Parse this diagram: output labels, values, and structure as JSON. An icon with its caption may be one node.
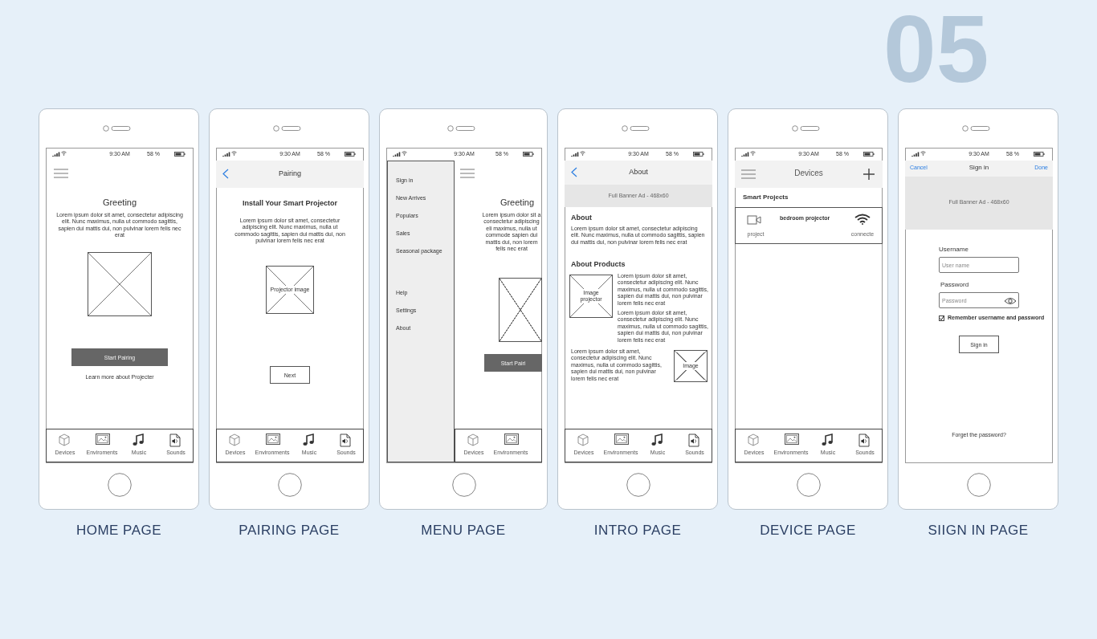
{
  "diagram": {
    "nodes": [
      {
        "text": [
          "9:30 AM",
          "58 %",
          "Greeting",
          "Lorem ipsum dolor sit amet, consectetur adipiscing elit. Nunc maximus, nulla ut commodo sagittis, sapien dui mattis dui, non pulvinar lorem felis nec erat",
          "Learn more about Projecter"
        ],
        "beside": [
          "HOME PAGE"
        ]
      },
      {
        "text": [],
        "shape": "box",
        "in": 0
      },
      {
        "text": [
          "Start Pairing"
        ],
        "in": 0
      },
      {
        "text": [
          "Devices",
          "Enviroments",
          "Music",
          "Sounds"
        ],
        "in": 0
      },
      {
        "text": [
          "9:30 AM",
          "58 %",
          "Install Your Smart Projector",
          "Lorem ipsum dolor sit amet, consectetur adipiscing elit. Nunc maximus, nulla ut commodo sagittis, sapien dui mattis dui, non pulvinar lorem felis nec erat"
        ],
        "beside": [
          "PAIRING PAGE"
        ]
      },
      {
        "text": [
          "Pairing"
        ],
        "in": 4
      },
      {
        "text": [
          "Projector image"
        ],
        "in": 4
      },
      {
        "text": [
          "Next"
        ],
        "in": 4
      },
      {
        "text": [
          "Devices",
          "Environments",
          "Music",
          "Sounds"
        ],
        "in": 4
      },
      {
        "text": [
          "9:30 AM",
          "58 %",
          "Greeting",
          "Lorem ipsum dolor sit a consectetur adipiscing eli maximus, nulla ut commode sapien dui mattis dui, non lorem felis nec erat"
        ],
        "beside": [
          "MENU PAGE"
        ]
      },
      {
        "text": [
          "Sign in",
          "New Arrives",
          "Populars",
          "Sales",
          "Seasonal package",
          "Help",
          "Settings",
          "About"
        ],
        "in": 9
      },
      {
        "text": [],
        "shape": "box",
        "in": 9
      },
      {
        "text": [
          "Start Pairi"
        ],
        "in": 9
      },
      {
        "text": [
          "Devices",
          "Environments"
        ],
        "in": 9
      },
      {
        "text": [
          "9:30 AM",
          "58 %",
          "About",
          "Lorem ipsum dolor sit amet, consectetur adipiscing elit. Nunc maximus, nulla ut commodo sagittis, sapien dui mattis dui, non pulvinar lorem felis nec erat",
          "About Products",
          "Lorem ipsum dolor sit amet, consectetur adipiscing elit. Nunc maximus, nulla ut commodo sagittis, sapien dui mattis dui, non pulvinar lorem felis nec erat",
          "Lorem ipsum dolor sit amet, consectetur adipiscing elit. Nunc maximus, nulla ut commodo sagittis, sapien dui mattis dui, non pulvinar lorem felis nec erat",
          "Lorem ipsum dolor sit amet, consectetur adipiscing elit. Nunc maximus, nulla ut commodo sagittis, sapien dui mattis dui, non pulvinar lorem felis nec erat"
        ],
        "beside": [
          "INTRO PAGE"
        ]
      },
      {
        "text": [
          "About"
        ],
        "in": 14
      },
      {
        "text": [
          "Full Banner Ad - 468x60"
        ],
        "in": 14
      },
      {
        "text": [
          "Image projector"
        ],
        "in": 14
      },
      {
        "text": [
          "Image"
        ],
        "in": 14
      },
      {
        "text": [
          "Devices",
          "Environments",
          "Music",
          "Sounds"
        ],
        "in": 14
      },
      {
        "text": [
          "9:30 AM",
          "58 %",
          "Smart Projects"
        ],
        "beside": [
          "DEVICE PAGE"
        ]
      },
      {
        "text": [
          "Devices"
        ],
        "in": 20
      },
      {
        "text": [
          "bedroom projector",
          "project",
          "connecte"
        ],
        "in": 20
      },
      {
        "text": [
          "Devices",
          "Environments",
          "Music",
          "Sounds"
        ],
        "in": 20
      },
      {
        "text": [
          "9:30 AM",
          "58 %",
          "Username",
          "Password",
          "Remember username and password",
          "Forget the password?"
        ],
        "beside": [
          "SIIGN IN PAGE"
        ]
      },
      {
        "text": [
          "Cancel",
          "Sign in",
          "Done"
        ],
        "in": 24
      },
      {
        "text": [
          "Full Banner Ad - 468x60"
        ],
        "in": 24
      },
      {
        "text": [
          "User name"
        ],
        "in": 24
      },
      {
        "text": [
          "Password"
        ],
        "in": 24
      },
      {
        "text": [
          "Sign in"
        ],
        "in": 24
      }
    ],
    "labels": [
      "05"
    ]
  }
}
